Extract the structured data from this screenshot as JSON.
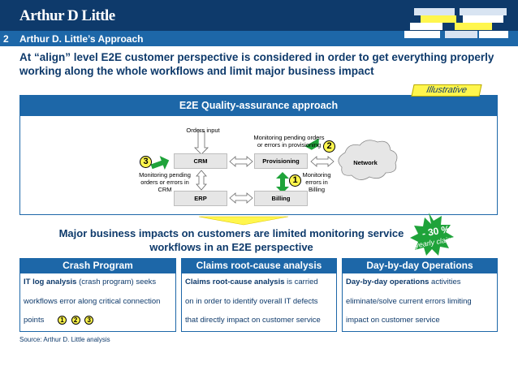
{
  "header": {
    "logo": "Arthur D Little",
    "section_number": "2",
    "section_title": "Arthur D. Little’s Approach"
  },
  "headline": "At “align” level E2E customer perspective is considered in order to get everything properly working along the whole workflows and limit major business impact",
  "badge": "Illustrative",
  "diagram": {
    "title": "E2E Quality-assurance approach",
    "nodes": {
      "crm": "CRM",
      "provisioning": "Provisioning",
      "erp": "ERP",
      "billing": "Billing",
      "network": "Network"
    },
    "labels": {
      "orders_input": "Orders input",
      "monitoring_provisioning": "Monitoring pending orders or errors in provisioning",
      "monitoring_crm": "Monitoring pending orders or errors in CRM",
      "monitoring_billing": "Monitoring errors in Billing"
    },
    "markers": {
      "one": "1",
      "two": "2",
      "three": "3"
    }
  },
  "impact": {
    "text": "Major business impacts on customers are limited monitoring service workflows in an E2E perspective",
    "burst_value": "- 30 %",
    "burst_label": "yearly claims"
  },
  "columns": [
    {
      "title": "Crash Program",
      "line1_bold": "IT log analysis",
      "line1_rest": " (crash program) seeks",
      "line2": "workflows error along critical connection",
      "line3": "points",
      "markers": [
        "1",
        "2",
        "3"
      ]
    },
    {
      "title": "Claims root-cause analysis",
      "line1_bold": "Claims root-cause analysis",
      "line1_rest": " is carried",
      "line2": "on in order to identify overall IT defects",
      "line3": "that directly impact on customer service"
    },
    {
      "title": "Day-by-day Operations",
      "line1_bold": "Day-by-day operations",
      "line1_rest": " activities",
      "line2": "eliminate/solve current errors limiting",
      "line3": "impact on customer service"
    }
  ],
  "source": "Source: Arthur D. Little analysis",
  "colors": {
    "navy": "#0e3a6b",
    "blue": "#1d67a8",
    "yellow": "#fff64d",
    "green": "#1fa33a"
  }
}
